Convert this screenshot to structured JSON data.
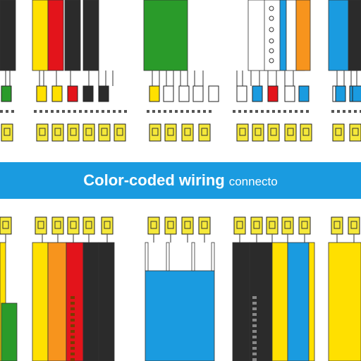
{
  "banner": {
    "title_bold": "Color-coded wiring",
    "title_light": "connecto",
    "background": "#1a9be0",
    "text_color": "#ffffff"
  },
  "palette": {
    "black": "#2b2b2b",
    "red": "#e3141b",
    "yellow": "#ffe000",
    "green": "#2a9b2a",
    "blue": "#1a9be0",
    "orange": "#f7941d",
    "white": "#ffffff",
    "gray": "#555555",
    "terminal_fill": "#f5e83a"
  },
  "top_wires": [
    {
      "color": "black"
    },
    {
      "color": "yellow"
    },
    {
      "color": "red"
    },
    {
      "color": "black"
    },
    {
      "color": "black"
    },
    {
      "color": "green"
    },
    {
      "color": "white"
    },
    {
      "color": "black"
    },
    {
      "color": "blue"
    },
    {
      "color": "white"
    },
    {
      "color": "yellow"
    },
    {
      "color": "orange"
    },
    {
      "color": "blue"
    },
    {
      "color": "black"
    }
  ],
  "pin_row_1": [
    "green",
    "yellow",
    "yellow",
    "red",
    "black",
    "black",
    "yellow",
    "white",
    "white",
    "white",
    "white",
    "white",
    "blue",
    "red",
    "white",
    "blue",
    "white",
    "blue",
    "blue",
    "blue"
  ],
  "bottom_wires": [
    {
      "color": "yellow"
    },
    {
      "color": "green"
    },
    {
      "color": "yellow"
    },
    {
      "color": "orange"
    },
    {
      "color": "red"
    },
    {
      "color": "black"
    },
    {
      "color": "black"
    },
    {
      "color": "blue"
    },
    {
      "color": "black"
    },
    {
      "color": "black"
    },
    {
      "color": "yellow"
    },
    {
      "color": "blue"
    },
    {
      "color": "yellow"
    },
    {
      "color": "yellow"
    }
  ]
}
